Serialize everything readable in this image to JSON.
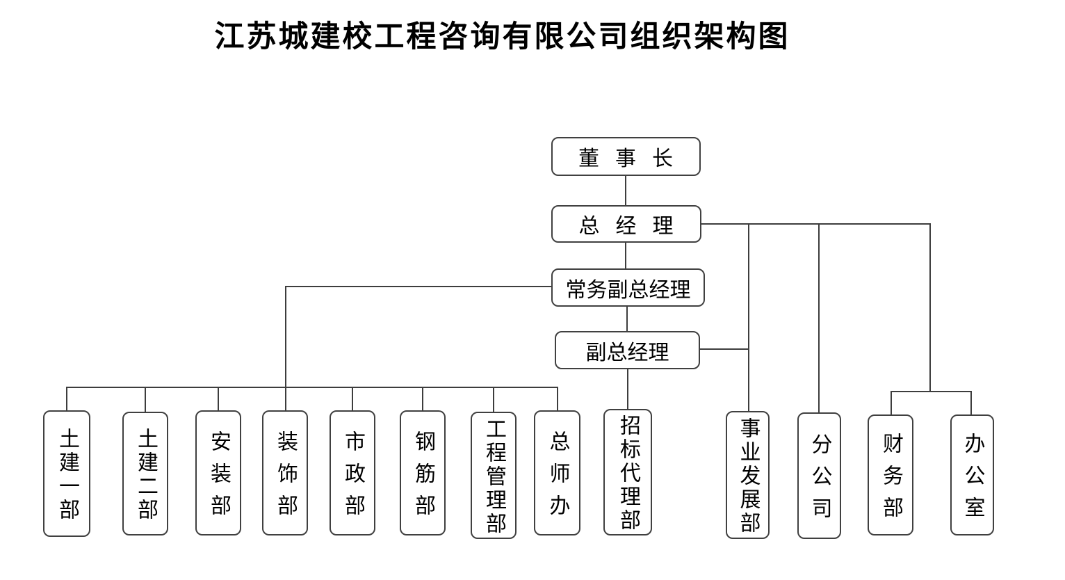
{
  "title": "江苏城建校工程咨询有限公司组织架构图",
  "colors": {
    "background": "#ffffff",
    "box_border": "#404040",
    "connector_line": "#3d3d3d",
    "text": "#000000"
  },
  "nodes": {
    "chairman": {
      "label": "董事长"
    },
    "general_manager": {
      "label": "总经理",
      "reports_to": "董事长"
    },
    "executive_deputy_general_manager": {
      "label": "常务副总经理",
      "reports_to": "总经理"
    },
    "deputy_general_manager": {
      "label": "副总经理",
      "reports_to": "常务副总经理"
    }
  },
  "departments": [
    {
      "label": "土建一部",
      "reports_to": "常务副总经理"
    },
    {
      "label": "土建二部",
      "reports_to": "常务副总经理"
    },
    {
      "label": "安装部",
      "reports_to": "常务副总经理"
    },
    {
      "label": "装饰部",
      "reports_to": "常务副总经理"
    },
    {
      "label": "市政部",
      "reports_to": "常务副总经理"
    },
    {
      "label": "钢筋部",
      "reports_to": "常务副总经理"
    },
    {
      "label": "工程管理部",
      "reports_to": "常务副总经理"
    },
    {
      "label": "总师办",
      "reports_to": "常务副总经理"
    },
    {
      "label": "招标代理部",
      "reports_to": "副总经理"
    },
    {
      "label": "事业发展部",
      "reports_to": "总经理"
    },
    {
      "label": "分公司",
      "reports_to": "总经理"
    },
    {
      "label": "财务部",
      "reports_to": "总经理"
    },
    {
      "label": "办公室",
      "reports_to": "总经理"
    }
  ]
}
